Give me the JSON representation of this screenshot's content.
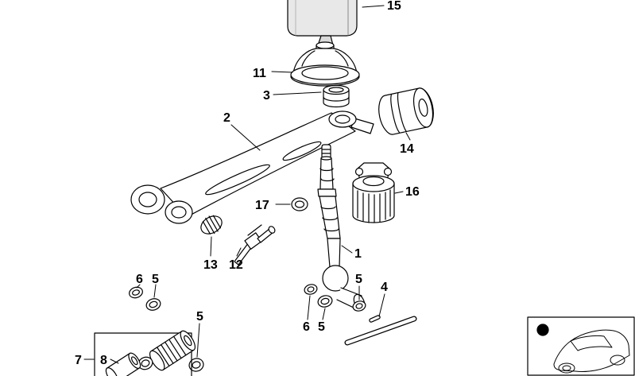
{
  "diagram": {
    "kind": "exploded-parts-diagram",
    "subject": "gear-shift-mechanism",
    "colors": {
      "line": "#000000",
      "background": "#ffffff",
      "fill_light": "#e8e8e8",
      "fill_mid": "#c9c9c9"
    },
    "callouts": {
      "n1": "1",
      "n2": "2",
      "n3": "3",
      "n4": "4",
      "n5a": "5",
      "n5b": "5",
      "n5c": "5",
      "n5d": "5",
      "n6a": "6",
      "n6b": "6",
      "n7": "7",
      "n8": "8",
      "n11": "11",
      "n12": "12",
      "n13": "13",
      "n14": "14",
      "n15": "15",
      "n16": "16",
      "n17": "17"
    }
  }
}
